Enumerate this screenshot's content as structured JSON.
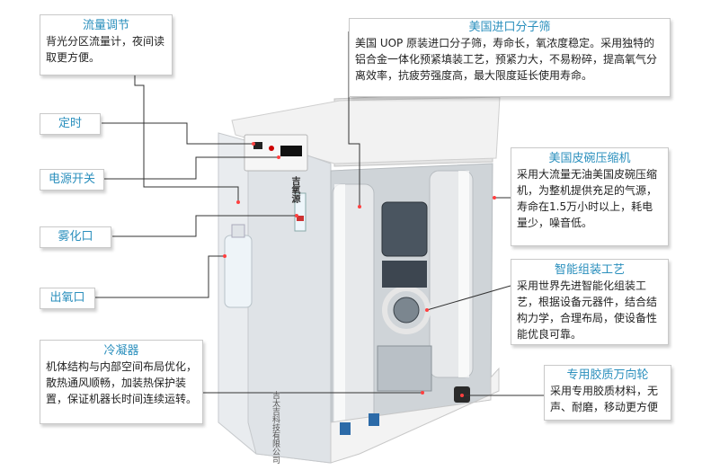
{
  "callouts": {
    "flow": {
      "title": "流量调节",
      "body": "背光分区流量计，夜间读取更方便。"
    },
    "sieve": {
      "title": "美国进口分子筛",
      "body": "美国 UOP 原装进口分子筛，寿命长，氧浓度稳定。采用独特的铝合金一体化预紧填装工艺，预紧力大，不易粉碎，提高氧气分离效率，抗疲劳强度高，最大限度延长使用寿命。"
    },
    "compressor": {
      "title": "美国皮碗压缩机",
      "body": "采用大流量无油美国皮碗压缩机，为整机提供充足的气源，寿命在1.5万小时以上，耗电量少，噪音低。"
    },
    "assembly": {
      "title": "智能组装工艺",
      "body": "采用世界先进智能化组装工艺，根据设备元器件，结合结构力学，合理布局，使设备性能优良可靠。"
    },
    "condenser": {
      "title": "冷凝器",
      "body": "机体结构与内部空间布局优化，散热通风顺畅，加装热保护装置，保证机器长时间连续运转。"
    },
    "wheels": {
      "title": "专用胶质万向轮",
      "body": "采用专用胶质材料，无声、耐磨，移动更方便"
    }
  },
  "labels": {
    "timer": "定时",
    "power": "电源开关",
    "atomizer": "雾化口",
    "oxygen_outlet": "出氧口"
  },
  "device": {
    "brand_vertical": "吉氧源",
    "base_text": "吉太吉科技有限公司"
  }
}
